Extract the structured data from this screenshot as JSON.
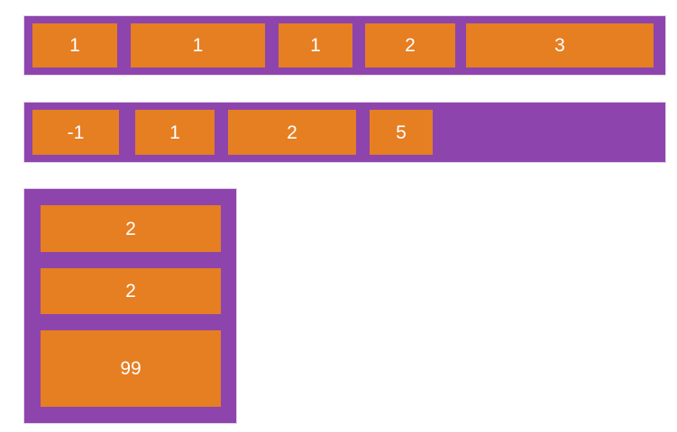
{
  "colors": {
    "container_purple": "#8e44ad",
    "item_orange": "#e67e22",
    "label_text": "#ffffff",
    "page_background": "#ffffff"
  },
  "row1": {
    "items": [
      {
        "label": "1"
      },
      {
        "label": "1"
      },
      {
        "label": "1"
      },
      {
        "label": "2"
      },
      {
        "label": "3"
      }
    ]
  },
  "row2": {
    "items": [
      {
        "label": "-1"
      },
      {
        "label": "1"
      },
      {
        "label": "2"
      },
      {
        "label": "5"
      }
    ]
  },
  "column": {
    "items": [
      {
        "label": "2"
      },
      {
        "label": "2"
      },
      {
        "label": "99"
      }
    ]
  }
}
